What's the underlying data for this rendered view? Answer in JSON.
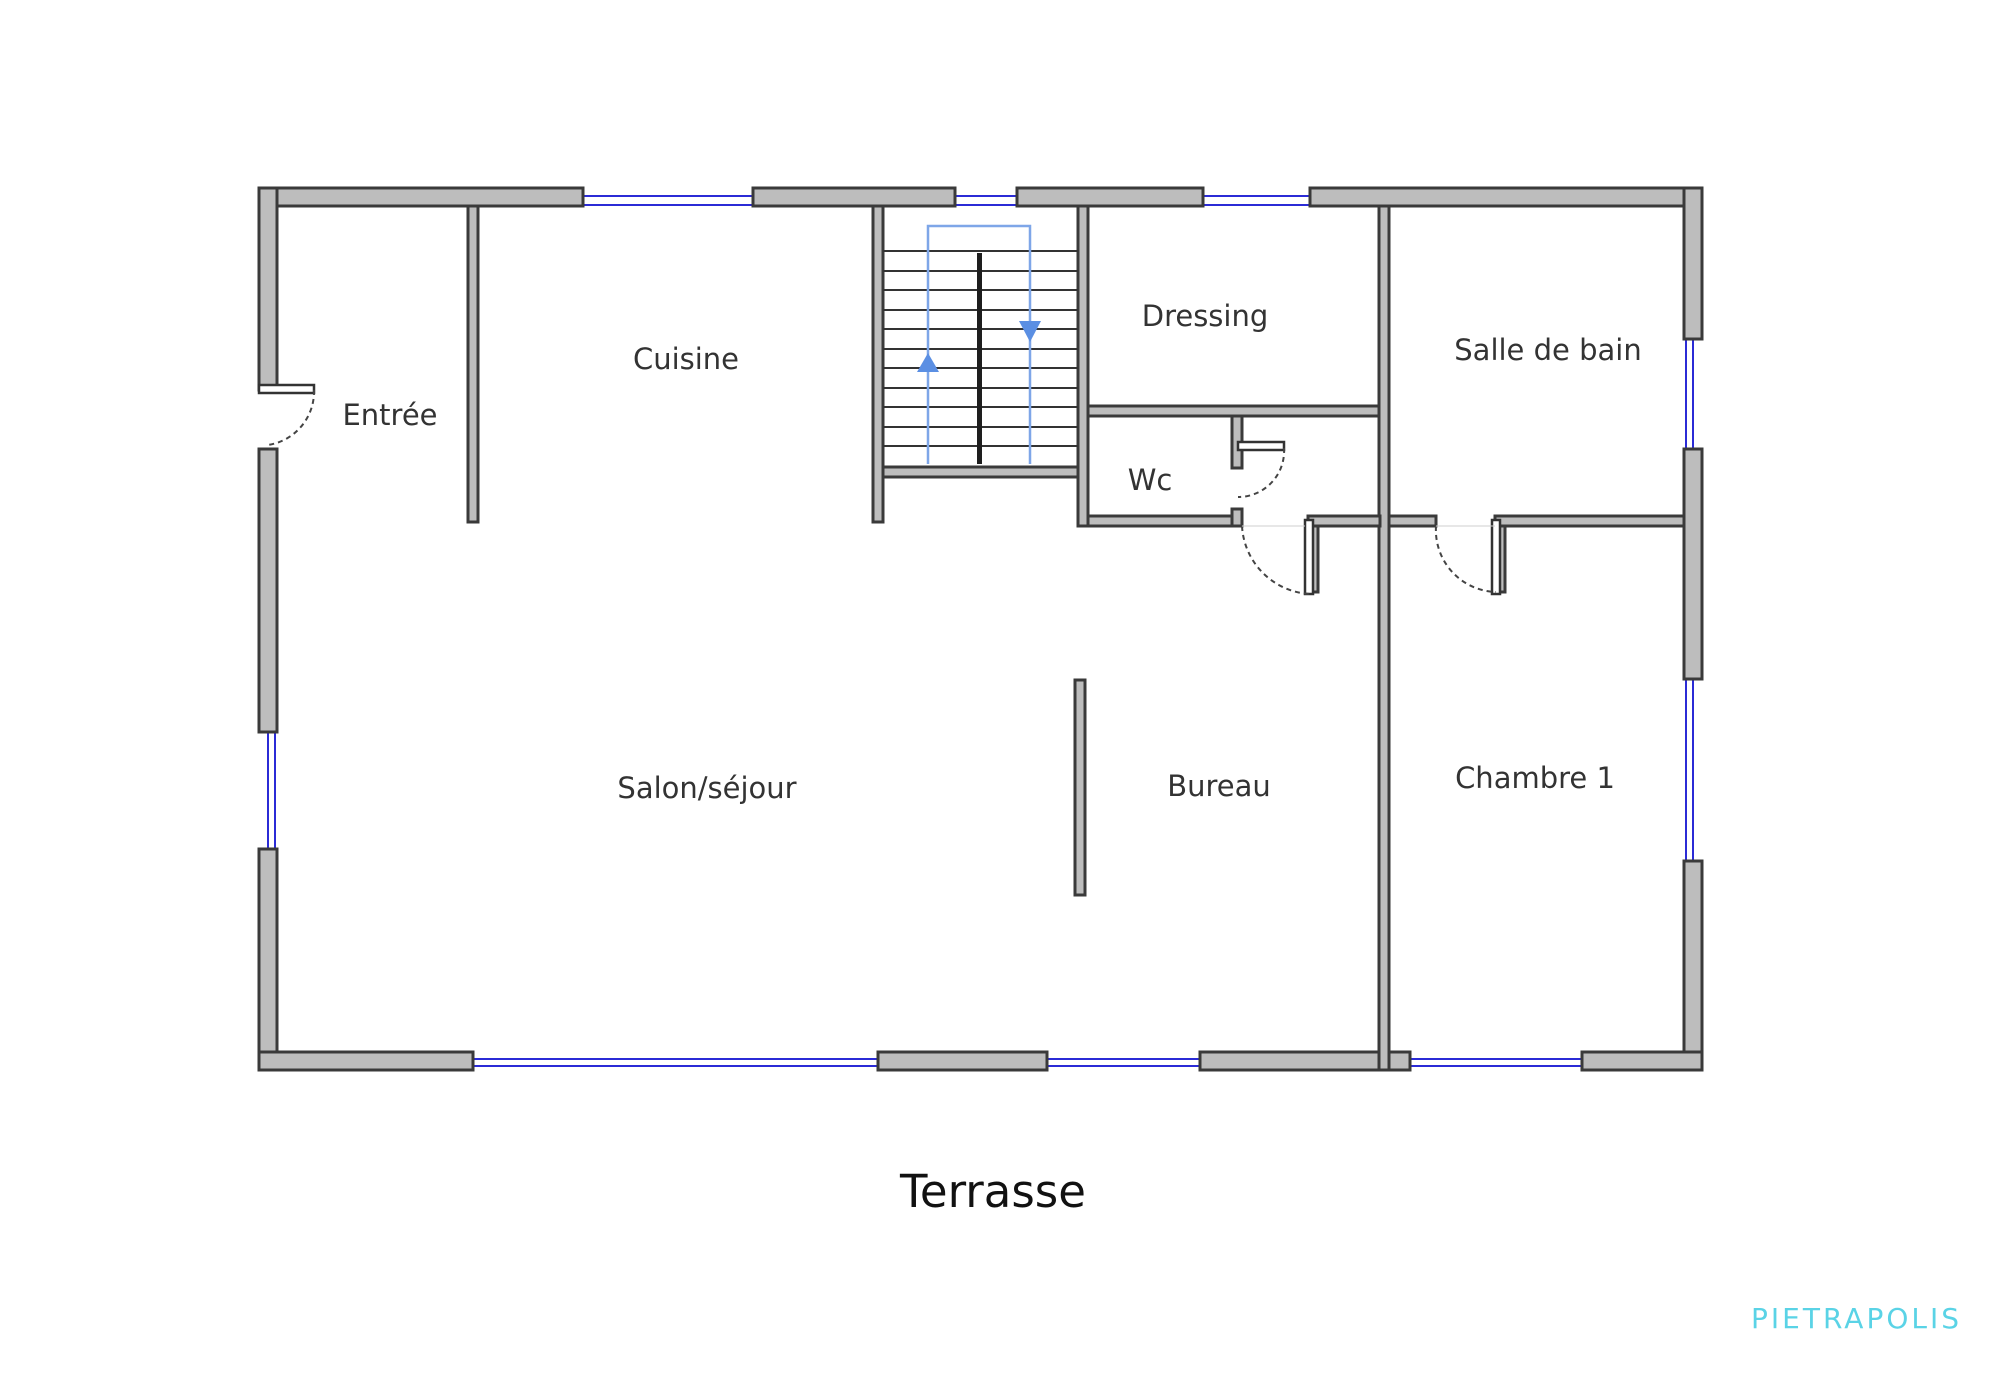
{
  "rooms": {
    "entree": "Entrée",
    "cuisine": "Cuisine",
    "dressing": "Dressing",
    "salle_de_bain": "Salle de bain",
    "wc": "Wc",
    "salon": "Salon/séjour",
    "bureau": "Bureau",
    "chambre": "Chambre 1"
  },
  "outside": {
    "terrasse": "Terrasse"
  },
  "brand": {
    "name": "PIETRAPOLIS"
  },
  "colors": {
    "wall": "#bdbdbd",
    "window": "#2b2bd6",
    "stair_arrow": "#5b8fe3",
    "brand": "#5ad3e6"
  }
}
